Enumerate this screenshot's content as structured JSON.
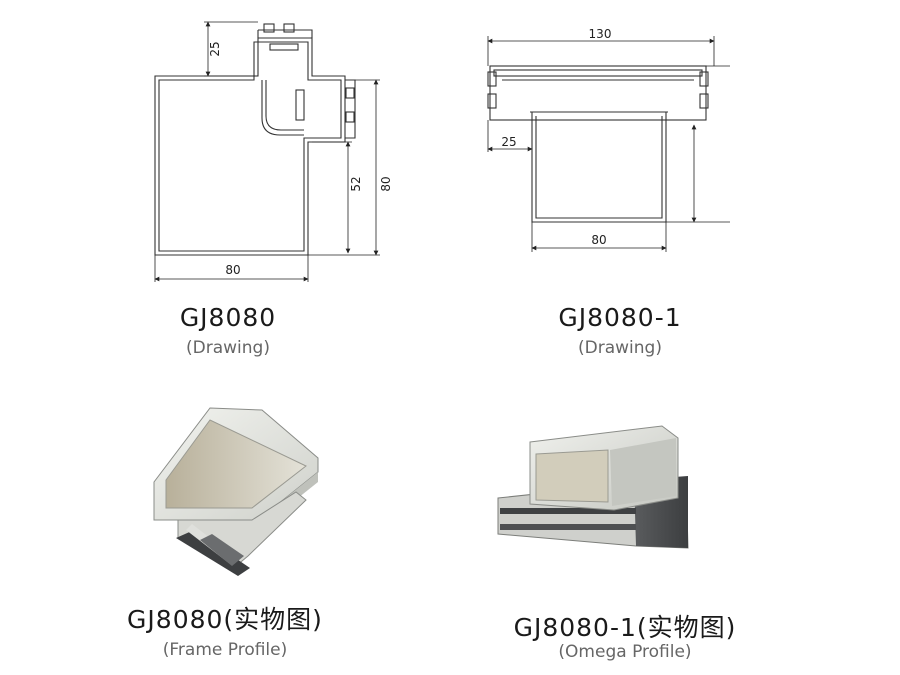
{
  "left_drawing": {
    "dims": {
      "top": "25",
      "inner_right": "52",
      "right": "80",
      "bottom": "80"
    },
    "title": "GJ8080",
    "subtitle": "(Drawing)"
  },
  "right_drawing": {
    "dims": {
      "top": "130",
      "left": "25",
      "bottom": "80"
    },
    "title": "GJ8080-1",
    "subtitle": "(Drawing)"
  },
  "left_photo": {
    "title": "GJ8080(实物图)",
    "subtitle": "(Frame Profile)"
  },
  "right_photo": {
    "title": "GJ8080-1(实物图)",
    "subtitle": "(Omega Profile)"
  },
  "colors": {
    "line": "#222222",
    "profile_light": "#e6e7e3",
    "profile_mid": "#c9cbc6",
    "profile_dark": "#4a4c4e"
  }
}
